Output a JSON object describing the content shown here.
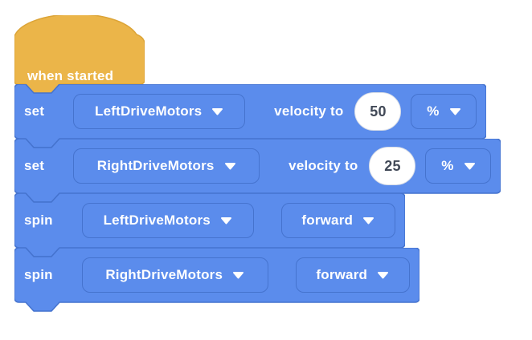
{
  "palette": {
    "block_blue": "#5B8CEC",
    "block_blue_border": "#4573CE",
    "hat_yellow": "#EBB549",
    "hat_yellow_border": "#DCA437",
    "dropdown_border": "#4573CE",
    "number_text": "#414957",
    "text_white": "#FFFFFF"
  },
  "icons": {
    "caret_down": "caret-down-icon"
  },
  "hat_block": {
    "label": "when started"
  },
  "blocks": [
    {
      "type": "set-velocity",
      "keyword": "set",
      "motor": "LeftDriveMotors",
      "mid_label": "velocity to",
      "value": "50",
      "unit": "%"
    },
    {
      "type": "set-velocity",
      "keyword": "set",
      "motor": "RightDriveMotors",
      "mid_label": "velocity to",
      "value": "25",
      "unit": "%"
    },
    {
      "type": "spin",
      "keyword": "spin",
      "motor": "LeftDriveMotors",
      "direction": "forward"
    },
    {
      "type": "spin",
      "keyword": "spin",
      "motor": "RightDriveMotors",
      "direction": "forward"
    }
  ]
}
